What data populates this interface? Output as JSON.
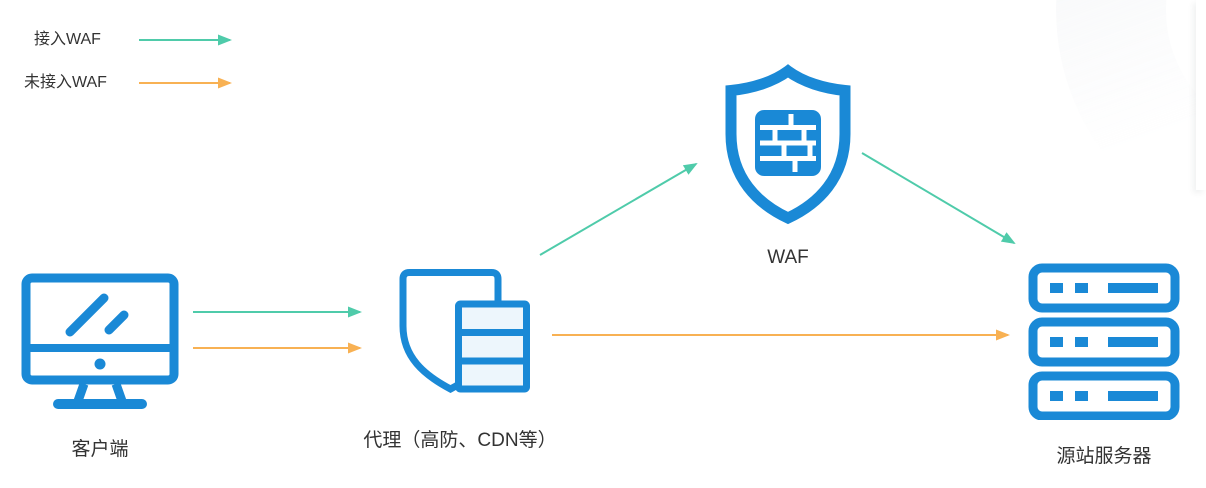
{
  "diagram_title": "WAF access architecture diagram",
  "colors": {
    "icon_blue": "#1a89d6",
    "waf_path_green": "#4fcbaa",
    "no_waf_path_orange": "#f8b153",
    "text": "#333333",
    "rack_fill": "#edf6fc"
  },
  "legend": {
    "items": [
      {
        "label": "接入WAF",
        "arrow_color": "#4fcbaa",
        "icon": "green-arrow-icon"
      },
      {
        "label": "未接入WAF",
        "arrow_color": "#f8b153",
        "icon": "orange-arrow-icon"
      }
    ]
  },
  "nodes": [
    {
      "id": "client",
      "label": "客户端",
      "icon": "monitor-icon"
    },
    {
      "id": "proxy",
      "label": "代理（高防、CDN等）",
      "icon": "shield-server-icon"
    },
    {
      "id": "waf",
      "label": "WAF",
      "icon": "shield-brickwall-icon"
    },
    {
      "id": "origin",
      "label": "源站服务器",
      "icon": "server-stack-icon"
    }
  ],
  "edges": [
    {
      "from": "client",
      "to": "proxy",
      "type": "waf",
      "color": "#4fcbaa"
    },
    {
      "from": "client",
      "to": "proxy",
      "type": "no-waf",
      "color": "#f8b153"
    },
    {
      "from": "proxy",
      "to": "waf",
      "type": "waf",
      "color": "#4fcbaa"
    },
    {
      "from": "waf",
      "to": "origin",
      "type": "waf",
      "color": "#4fcbaa"
    },
    {
      "from": "proxy",
      "to": "origin",
      "type": "no-waf",
      "color": "#f8b153"
    }
  ]
}
